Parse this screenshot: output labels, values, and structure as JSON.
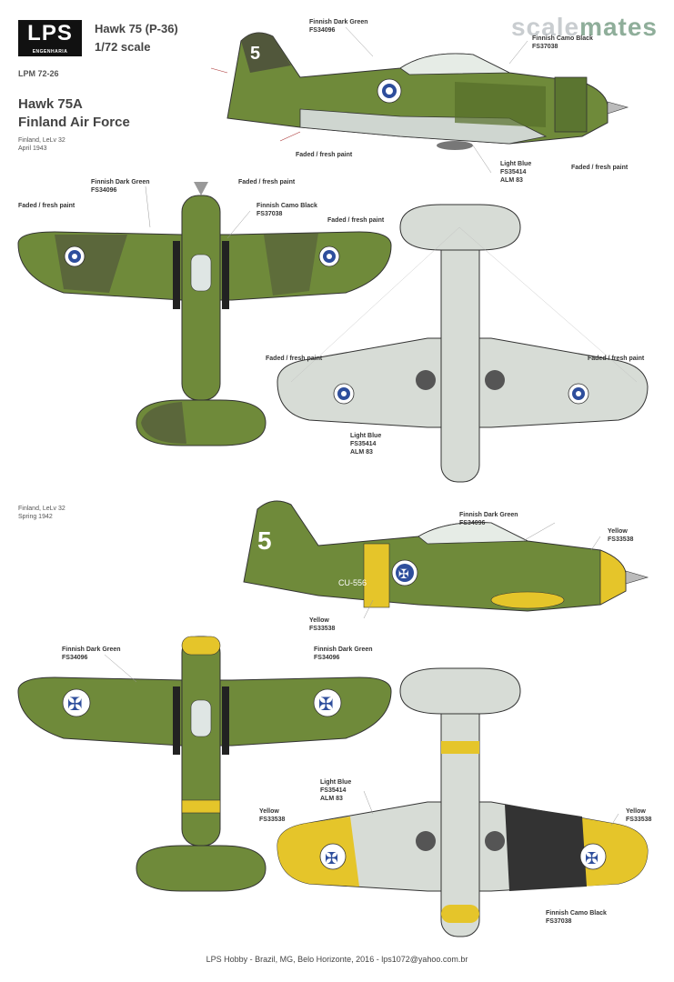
{
  "header": {
    "logo_text": "LPS",
    "logo_sub": "ENGENHARIA",
    "title_line1": "Hawk 75 (P-36)",
    "title_line2": "1/72 scale",
    "code": "LPM 72-26",
    "subject_line1": "Hawk 75A",
    "subject_line2": "Finland Air Force"
  },
  "watermark": {
    "part1": "scale",
    "part2": "mates"
  },
  "scheme1": {
    "unit": "Finland, LeLv 32",
    "date": "April 1943"
  },
  "scheme2": {
    "unit": "Finland, LeLv 32",
    "date": "Spring 1942",
    "fuselage_number": "5",
    "serial": "CU-556"
  },
  "callouts": {
    "dark_green": "Finnish Dark Green",
    "dark_green_code": "FS34096",
    "dark_green_alt": "Finnish Dark Green",
    "dark_green_alt_code": "FS34096",
    "camo_black": "Finnish Camo Black",
    "camo_black_code": "FS37038",
    "faded": "Faded / fresh paint",
    "light_blue": "Light Blue",
    "light_blue_code": "FS35414",
    "light_blue_ref": "ALM 83",
    "yellow": "Yellow",
    "yellow_code": "FS33538"
  },
  "footer": "LPS Hobby - Brazil, MG, Belo Horizonte, 2016 - lps1072@yahoo.com.br",
  "colors": {
    "olive": "#6f8a3a",
    "olive_dark": "#566e2a",
    "camo_black": "#4a4a3c",
    "light_blue_grey": "#d7dcd6",
    "yellow": "#e5c52a",
    "roundel_blue": "#2e4e9c"
  }
}
